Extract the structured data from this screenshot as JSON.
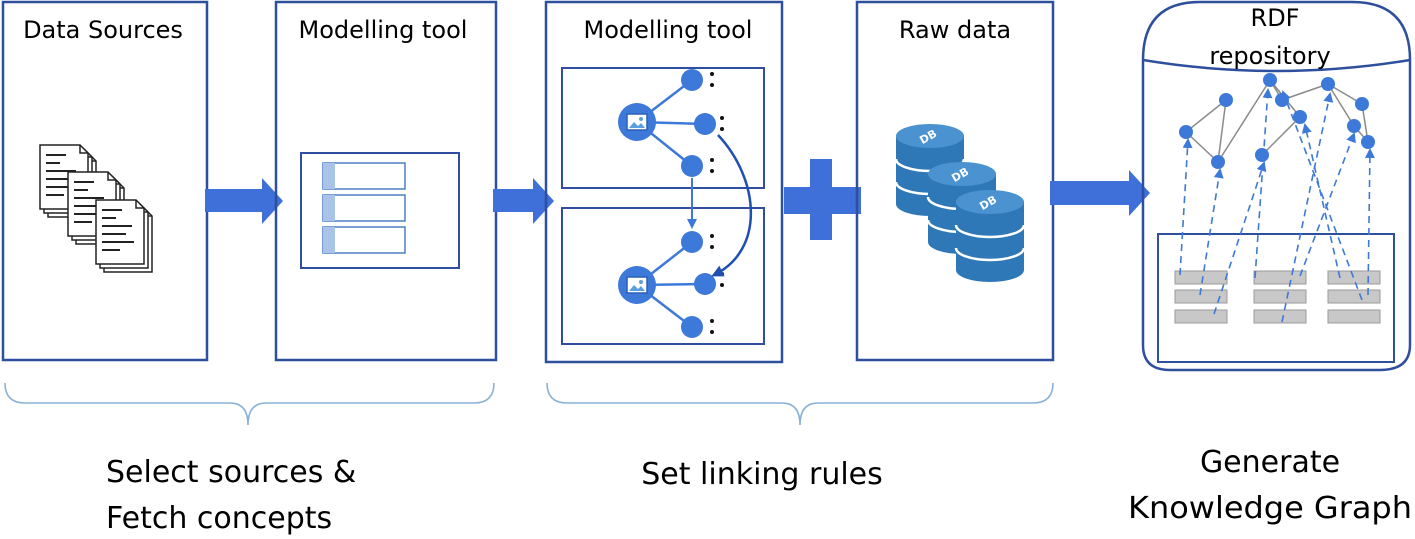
{
  "panels": {
    "data_sources": {
      "title": "Data Sources"
    },
    "modelling_tool_1": {
      "title": "Modelling tool"
    },
    "modelling_tool_2": {
      "title": "Modelling tool"
    },
    "raw_data": {
      "title": "Raw data",
      "db_label": "DB"
    },
    "rdf_repository": {
      "title_line1": "RDF",
      "title_line2": "repository"
    }
  },
  "captions": {
    "step1_line1": "Select sources &",
    "step1_line2": "Fetch concepts",
    "step2": "Set linking rules",
    "step3_line1": "Generate",
    "step3_line2": "Knowledge Graph"
  },
  "colors": {
    "panel_border": "#2e4f9e",
    "arrow_fill": "#3f6fd8",
    "node_fill": "#3d79d8",
    "database": "#2f78b8",
    "table_cell": "#c8c8c8",
    "brace": "#8ab2d8"
  }
}
